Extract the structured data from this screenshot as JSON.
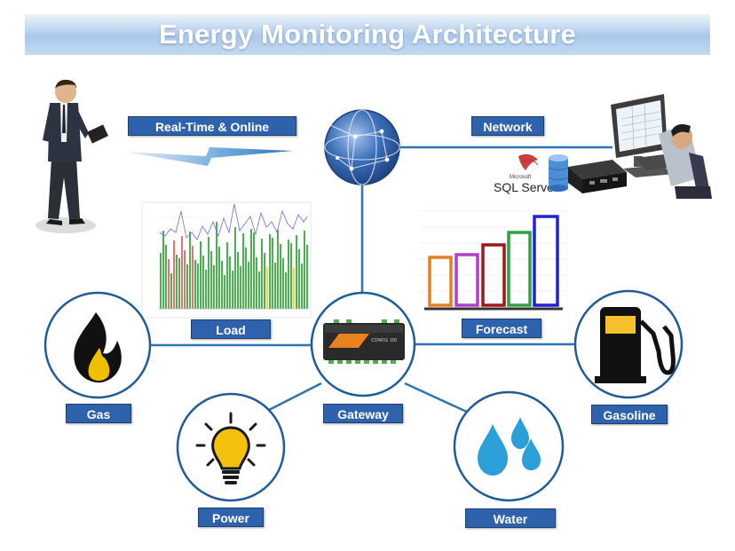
{
  "title": "Energy Monitoring Architecture",
  "labels": {
    "realtime": "Real-Time & Online",
    "network": "Network",
    "load": "Load",
    "forecast": "Forecast",
    "gas": "Gas",
    "gateway": "Gateway",
    "gasoline": "Gasoline",
    "power": "Power",
    "water": "Water"
  },
  "sql": {
    "brand": "Microsoft",
    "name": "SQL Server"
  },
  "device_text": "CONFIG 100",
  "colors": {
    "label_bg": "#2e62ad",
    "node_ring": "#1e5c99",
    "connector": "#2e75b6",
    "forecast_bars": [
      "#e67e22",
      "#b040c8",
      "#a01818",
      "#30a040",
      "#2020d8"
    ]
  },
  "icons": [
    "person-icon",
    "lightning-bolt-icon",
    "globe-network-icon",
    "computer-user-icon",
    "database-icon",
    "server-box-icon",
    "gateway-device-icon",
    "flame-icon",
    "light-bulb-icon",
    "water-drops-icon",
    "fuel-pump-icon"
  ]
}
